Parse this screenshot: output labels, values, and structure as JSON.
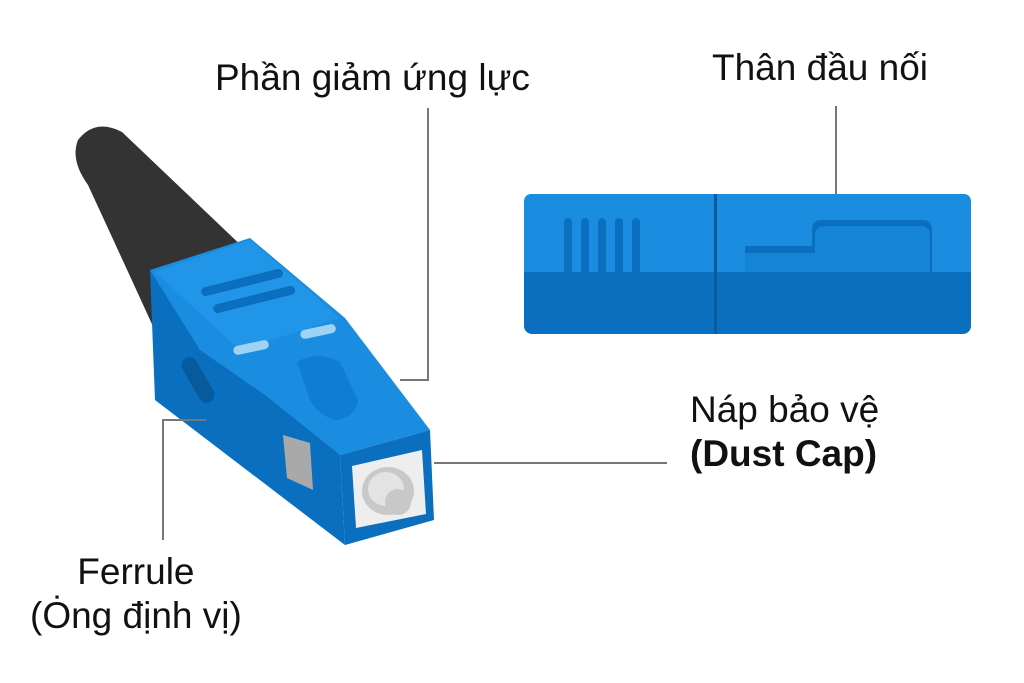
{
  "diagram": {
    "subject": "SC fiber optic connector",
    "colors": {
      "connector_blue": "#1a8de0",
      "connector_blue_dark": "#0a6fbf",
      "connector_blue_light": "#9fd3f5",
      "boot_black": "#333333",
      "ferrule_face": "#eeeeee",
      "ferrule_grey": "#c8c8c8",
      "leader_line": "#777777",
      "text": "#111111"
    },
    "labels": {
      "strain_relief": "Phần giảm ứng lực",
      "connector_body": "Thân đầu nối",
      "dust_cap_line1": "Náp bảo vệ",
      "dust_cap_line2": "(Dust Cap)",
      "ferrule_line1": "Ferrule",
      "ferrule_line2": "(Ȯng định vị)"
    }
  }
}
